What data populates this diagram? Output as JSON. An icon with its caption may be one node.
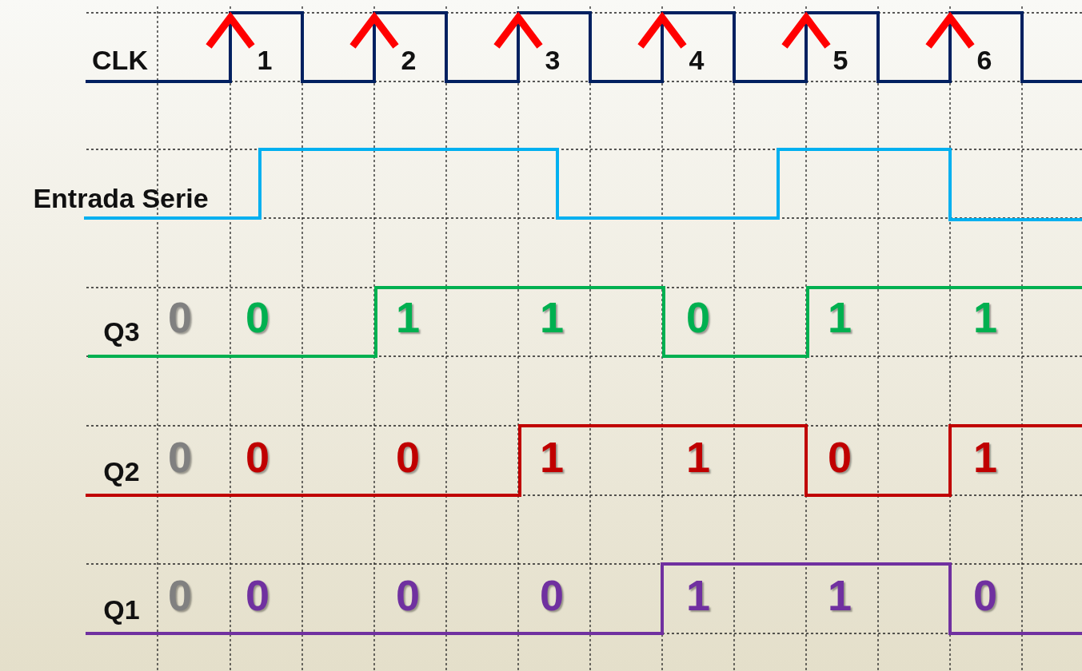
{
  "diagram": {
    "labels": [
      "CLK",
      "1",
      "2",
      "3",
      "4",
      "5",
      "6",
      "Entrada Serie",
      "Q3",
      "0",
      "0",
      "1",
      "1",
      "0",
      "1",
      "1",
      "Q2",
      "0",
      "0",
      "0",
      "1",
      "1",
      "0",
      "1",
      "Q1",
      "0",
      "0",
      "0",
      "0",
      "1",
      "1",
      "0"
    ]
  }
}
